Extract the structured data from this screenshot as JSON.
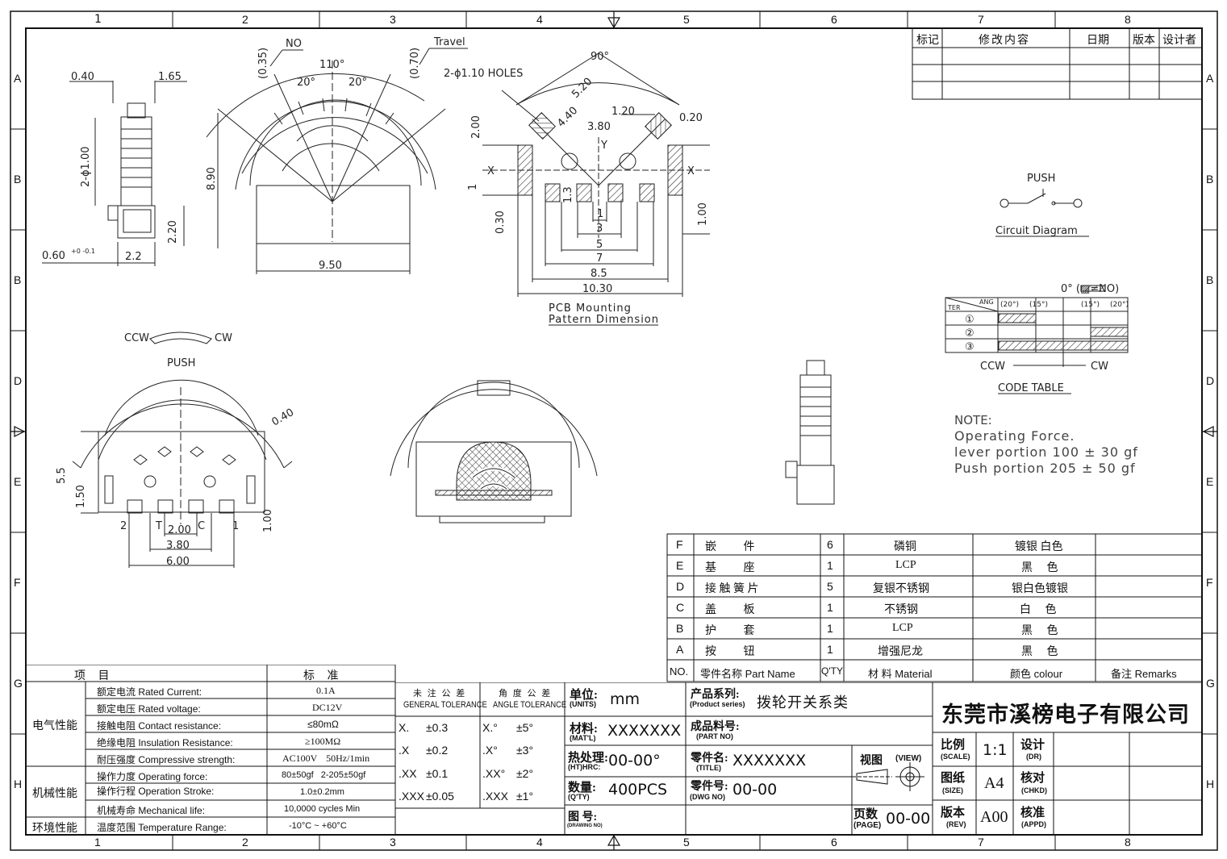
{
  "grid": {
    "columns": [
      "1",
      "2",
      "3",
      "4",
      "5",
      "6",
      "7",
      "8"
    ],
    "rows": [
      "A",
      "B",
      "B",
      "D",
      "E",
      "F",
      "G",
      "H"
    ]
  },
  "revision_block": {
    "headers": [
      "标记",
      "修改内容",
      "日期",
      "版本",
      "设计者"
    ]
  },
  "top_view": {
    "labels": {
      "no": "NO",
      "travel": "Travel",
      "dim_035": "(0.35)",
      "dim_070": "(0.70)",
      "angle_110": "110°",
      "angle_20a": "20°",
      "angle_20b": "20°",
      "dim_890": "8.90",
      "dim_950": "9.50"
    }
  },
  "side_view": {
    "labels": {
      "dim_040": "0.40",
      "dim_165": "1.65",
      "holes": "2-ϕ1.00",
      "dim_220": "2.20",
      "dim_060": "0.60",
      "tol": "+0 -0.1",
      "dim_22": "2.2"
    }
  },
  "pcb_pattern": {
    "labels": {
      "holes": "2-ϕ1.10 HOLES",
      "angle": "90°",
      "d520": "5.20",
      "d440": "4.40",
      "d120": "1.20",
      "d380": "3.80",
      "d020": "0.20",
      "d200": "2.00",
      "x1": "X",
      "x2": "X",
      "y": "Y",
      "d1": "1",
      "d13": "1.3",
      "d030": "0.30",
      "d100": "1.00",
      "w1": "1",
      "w3": "3",
      "w5": "5",
      "w7": "7",
      "w85": "8.5",
      "w1030": "10.30"
    },
    "caption_1": "PCB Mounting",
    "caption_2": "Pattern Dimension"
  },
  "circuit": {
    "push": "PUSH",
    "caption": "Circuit Diagram"
  },
  "code_table": {
    "zero_label": "0° (▨=NO)",
    "ter": "TER",
    "ang": "ANG",
    "cols": [
      "(20°)",
      "(15°)",
      "(15°)",
      "(20°)"
    ],
    "rows": [
      "①",
      "②",
      "③"
    ],
    "ccw": "CCW",
    "cw": "CW",
    "caption": "CODE TABLE"
  },
  "bottom_view": {
    "ccw": "CCW",
    "cw": "CW",
    "push": "PUSH",
    "labels": {
      "d040": "0.40",
      "d55": "5.5",
      "d150": "1.50",
      "d100": "1.00",
      "p2": "2",
      "pt": "T",
      "pc": "C",
      "p1": "1",
      "d200": "2.00",
      "d380": "3.80",
      "d600": "6.00"
    }
  },
  "note": {
    "title": "NOTE:",
    "line1": "Operating Force.",
    "line2": "lever portion 100 ± 30 gf",
    "line3": "Push portion 205 ± 50 gf"
  },
  "bom": {
    "rows": [
      {
        "no": "F",
        "name": "嵌 件",
        "qty": "6",
        "material": "磷铜",
        "colour": "镀银 白色"
      },
      {
        "no": "E",
        "name": "基 座",
        "qty": "1",
        "material": "LCP",
        "colour": "黑 色"
      },
      {
        "no": "D",
        "name": "接 触 簧 片",
        "qty": "5",
        "material": "复银不锈钢",
        "colour": "银白色镀银"
      },
      {
        "no": "C",
        "name": "盖 板",
        "qty": "1",
        "material": "不锈钢",
        "colour": "白 色"
      },
      {
        "no": "B",
        "name": "护 套",
        "qty": "1",
        "material": "LCP",
        "colour": "黑 色"
      },
      {
        "no": "A",
        "name": "按 钮",
        "qty": "1",
        "material": "增强尼龙",
        "colour": "黑 色"
      }
    ],
    "header": {
      "no": "NO.",
      "name": "零件名称 Part Name",
      "qty": "Q'TY",
      "material": "材 料 Material",
      "colour": "颜色 colour",
      "remarks": "备注 Remarks"
    }
  },
  "spec": {
    "header_item": "项 目",
    "header_std": "标 准",
    "groups": [
      {
        "name": "电气性能"
      },
      {
        "name": "机械性能"
      },
      {
        "name": "环境性能"
      }
    ],
    "rows": [
      {
        "item": "额定电流 Rated Current:",
        "value": "0.1A"
      },
      {
        "item": "额定电压 Rated voltage:",
        "value": "DC12V"
      },
      {
        "item": "接触电阻 Contact resistance:",
        "value": "≤80mΩ"
      },
      {
        "item": "绝缘电阻 Insulation Resistance:",
        "value": "≥100MΩ"
      },
      {
        "item": "耐压强度 Compressive strength:",
        "value": "AC100V 50Hz/1min"
      },
      {
        "item": "操作力度 Operating force:",
        "value": "80±50gf 2-205±50gf"
      },
      {
        "item": "操作行程 Operation Stroke:",
        "value": "1.0±0.2mm"
      },
      {
        "item": "机械寿命 Mechanical life:",
        "value": "10,0000 cycles Min"
      },
      {
        "item": "温度范围 Temperature Range:",
        "value": "-10°C ~ +60°C"
      }
    ]
  },
  "tolerance": {
    "general_cn": "未 注 公 差",
    "general_en": "GENERAL TOLERANCE",
    "angle_cn": "角 度 公 差",
    "angle_en": "ANGLE TOLERANCE",
    "rows": [
      {
        "g": "X.",
        "gv": "±0.3",
        "a": "X.°",
        "av": "±5°"
      },
      {
        "g": ".X",
        "gv": "±0.2",
        "a": ".X°",
        "av": "±3°"
      },
      {
        "g": ".XX",
        "gv": "±0.1",
        "a": ".XX°",
        "av": "±2°"
      },
      {
        "g": ".XXX",
        "gv": "±0.05",
        "a": ".XXX",
        "av": "±1°"
      }
    ]
  },
  "title_block": {
    "units_label": "单位:",
    "units_en": "(UNITS)",
    "units": "mm",
    "mat_label": "材料:",
    "mat_en": "(MAT'L)",
    "mat": "XXXXXXX",
    "ht_label": "热处理:",
    "ht_en": "(HT)HRC:",
    "ht": "00-00°",
    "qty_label": "数量:",
    "qty_en": "(Q'TY)",
    "qty": "400PCS",
    "dwg_label": "图 号:",
    "dwg_en": "(DRAWING NO)",
    "series_label": "产品系列:",
    "series_en": "(Product series)",
    "series": "拨轮开关系类",
    "part_label": "成品料号:",
    "part_en": "(PART NO)",
    "title_label": "零件名:",
    "title_en": "(TITLE)",
    "title": "XXXXXXX",
    "dwgno_label": "零件号:",
    "dwgno_en": "(DWG NO)",
    "dwgno": "00-00",
    "view_label": "视图",
    "view_en": "(VIEW)",
    "page_label": "页数",
    "page_en": "(PAGE)",
    "page": "00-00",
    "company": "东莞市溪榜电子有限公司",
    "scale_label": "比例",
    "scale_en": "(SCALE)",
    "scale": "1:1",
    "size_label": "图纸",
    "size_en": "(SIZE)",
    "size": "A4",
    "rev_label": "版本",
    "rev_en": "(REV)",
    "rev": "A00",
    "dr_label": "设计",
    "dr_en": "(DR)",
    "chkd_label": "核对",
    "chkd_en": "(CHKD)",
    "appd_label": "核准",
    "appd_en": "(APPD)"
  }
}
